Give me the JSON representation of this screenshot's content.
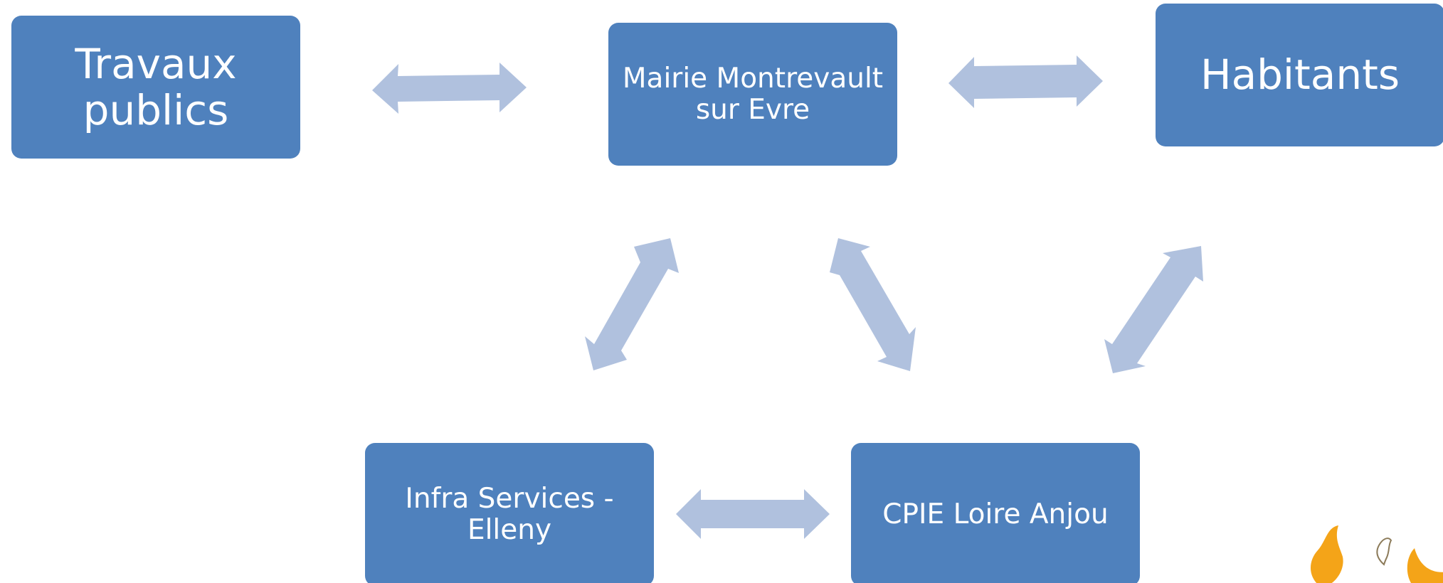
{
  "diagram": {
    "nodes": [
      {
        "id": "travaux",
        "label": "Travaux publics"
      },
      {
        "id": "mairie",
        "label": "Mairie Montrevault sur Evre"
      },
      {
        "id": "habitants",
        "label": "Habitants"
      },
      {
        "id": "infra",
        "label": "Infra Services - Elleny"
      },
      {
        "id": "cpie",
        "label": "CPIE Loire Anjou"
      }
    ],
    "edges": [
      {
        "from": "travaux",
        "to": "mairie",
        "type": "bidirectional"
      },
      {
        "from": "mairie",
        "to": "habitants",
        "type": "bidirectional"
      },
      {
        "from": "mairie",
        "to": "infra",
        "type": "bidirectional"
      },
      {
        "from": "mairie",
        "to": "cpie",
        "type": "bidirectional"
      },
      {
        "from": "habitants",
        "to": "cpie",
        "type": "bidirectional"
      },
      {
        "from": "infra",
        "to": "cpie",
        "type": "bidirectional"
      }
    ],
    "colors": {
      "node_fill": "#4f81bd",
      "node_text": "#ffffff",
      "arrow_fill": "#b0c1de",
      "logo_orange": "#f4a418",
      "logo_outline": "#8c7b5a"
    }
  }
}
